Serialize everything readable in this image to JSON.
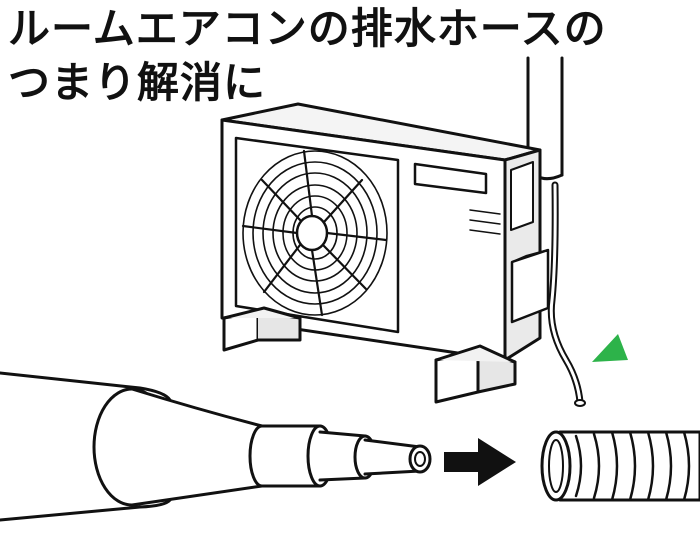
{
  "headline": {
    "line1": "ルームエアコンの排水ホースの",
    "line2": "つまり解消に"
  },
  "illustration": {
    "subjects": [
      "outdoor-ac-unit",
      "drain-hose",
      "vacuum-nozzle",
      "flexible-hose-end"
    ],
    "colors": {
      "outline": "#111111",
      "fill": "#ffffff",
      "shade": "#e6e6e6",
      "arrow": "#111111",
      "marker": "#2db34a"
    },
    "icons": [
      "arrow-right-icon",
      "triangle-marker-icon"
    ]
  }
}
